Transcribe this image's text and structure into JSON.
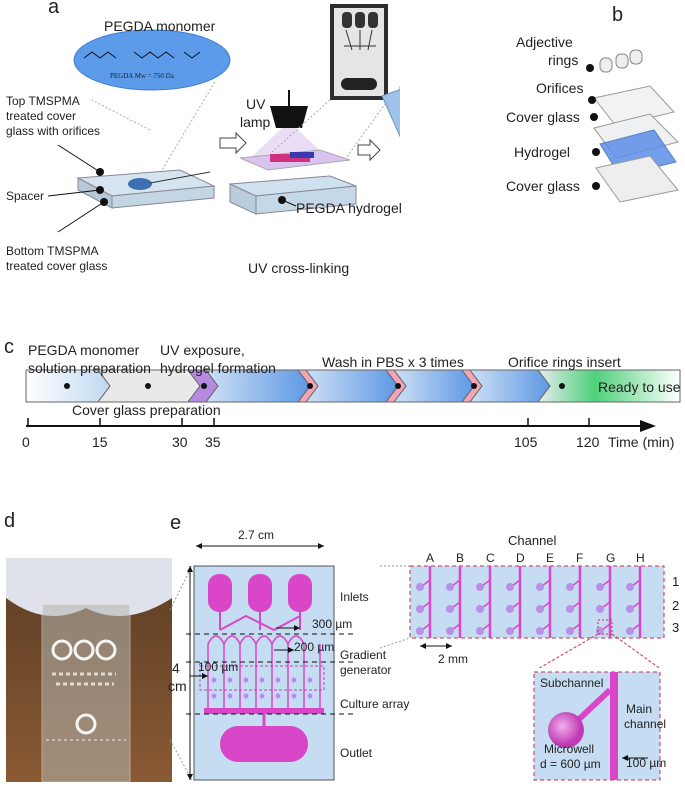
{
  "panels": {
    "a": "a",
    "b": "b",
    "c": "c",
    "d": "d",
    "e": "e"
  },
  "panel_a": {
    "monomer_title": "PEGDA monomer",
    "monomer_formula": "PEGDA Mw = 750 Da",
    "top_glass": [
      "Top TMSPMA",
      "treated cover",
      "glass with orifices"
    ],
    "spacer": "Spacer",
    "bottom_glass": [
      "Bottom TMSPMA",
      "treated cover glass"
    ],
    "uv_lamp": [
      "UV",
      "lamp"
    ],
    "hydrogel": "PEGDA hydrogel",
    "crosslinking": "UV cross-linking"
  },
  "panel_b": {
    "labels": [
      [
        "Adjective",
        "rings"
      ],
      [
        "Orifices"
      ],
      [
        "Cover glass"
      ],
      [
        "Hydrogel"
      ],
      [
        "Cover glass"
      ]
    ]
  },
  "panel_c": {
    "top_steps": [
      "PEGDA monomer",
      "solution preparation",
      "UV exposure,",
      "hydrogel formation",
      "Wash in PBS x 3 times",
      "Orifice rings insert"
    ],
    "bottom_steps": [
      "Cover glass preparation"
    ],
    "ready": "Ready to use",
    "ticks": [
      "0",
      "15",
      "30",
      "35",
      "105",
      "120"
    ],
    "axis_label": "Time (min)",
    "colors": {
      "ready": "#4fd07a",
      "uv": "#b48be0",
      "wash": "#6ea3e8",
      "pink": "#f2a6b5"
    }
  },
  "panel_e": {
    "width": "2.7 cm",
    "height": [
      "4",
      "cm"
    ],
    "regions": [
      "Inlets",
      [
        "Gradient",
        "generator"
      ],
      "Culture array",
      "Outlet"
    ],
    "dims": {
      "d300": "300 µm",
      "d200": "200 µm",
      "d100": "100 µm",
      "d2mm": "2 mm",
      "d100b": "100 µm"
    },
    "channel_title": "Channel",
    "columns": [
      "A",
      "B",
      "C",
      "D",
      "E",
      "F",
      "G",
      "H"
    ],
    "rows": [
      "1",
      "2",
      "3"
    ],
    "detail": {
      "sub": "Subchannel",
      "main": [
        "Main",
        "channel"
      ],
      "well": [
        "Microwell",
        "d = 600 µm"
      ]
    },
    "colors": {
      "magenta": "#d946c8",
      "well": "#b890e8",
      "bg": "#c6dcf2"
    }
  }
}
